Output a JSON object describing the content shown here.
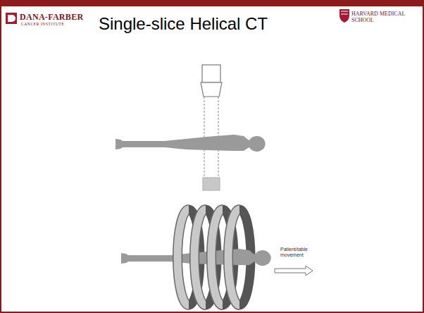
{
  "diagram": {
    "title": "Single-slice Helical CT",
    "labels": [
      "DANA-FARBER",
      "CANCER INSTITUTE",
      "HARVARD MEDICAL",
      "SCHOOL",
      "Patient/table movement"
    ]
  }
}
